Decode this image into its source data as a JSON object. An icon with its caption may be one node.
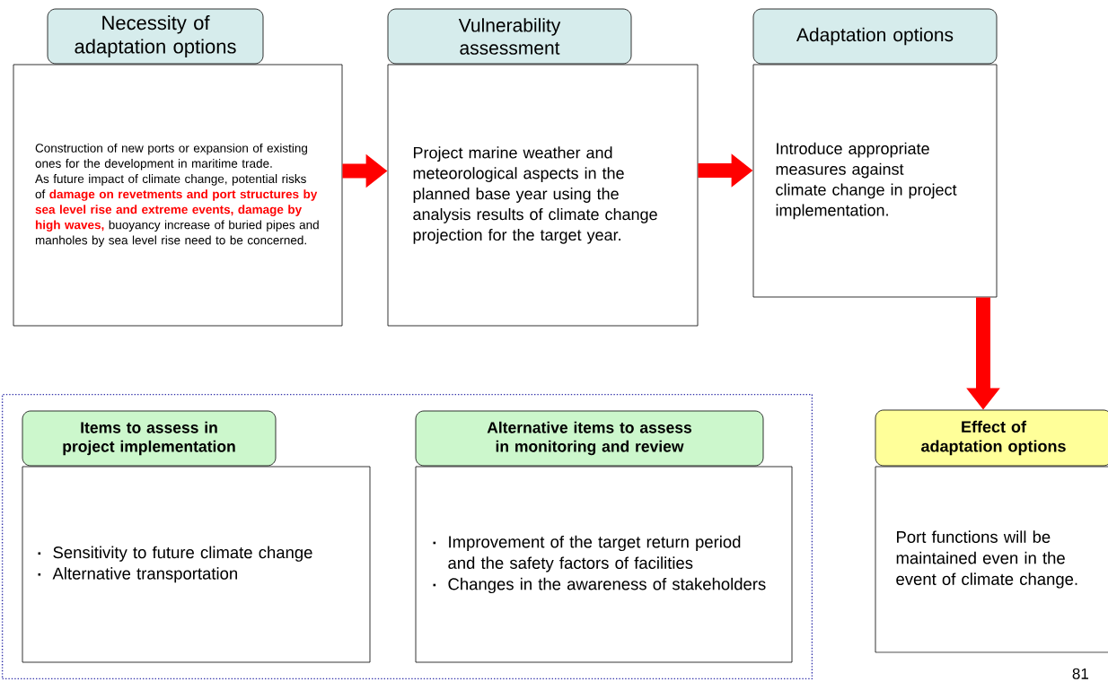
{
  "diagram": {
    "nodes": [
      {
        "text": [
          "Necessity of adaptation options",
          "Construction of new ports or expansion of existing ones for the development in maritime trade.",
          "As future impact of climate change, potential risks of **damage on revetments and port structures by sea level rise and extreme events, damage by high waves,** buoyancy increase of buried pipes and manholes by sea level rise need to be concerned."
        ]
      },
      {
        "text": [
          "Vulnerability assessment",
          "Project marine weather and meteorological aspects in the planned base year using the analysis results of climate change projection for the target year."
        ]
      },
      {
        "text": [
          "Adaptation options",
          "Introduce appropriate measures against climate change in project implementation."
        ]
      },
      {
        "text": [],
        "shape": "box"
      },
      {
        "text": [
          "Items to assess in project implementation",
          "Sensitivity to future climate change",
          "Alternative transportation"
        ],
        "in": 3
      },
      {
        "text": [
          "Alternative items to assess in monitoring and review",
          "Improvement of the target return period and the safety factors of facilities",
          "Changes in the awareness of stakeholders"
        ],
        "in": 3
      },
      {
        "text": [
          "Effect of adaptation options",
          "Port functions will be maintained even in the event of climate change."
        ]
      }
    ],
    "edges": [
      {
        "from": 0,
        "to": 1,
        "arrow": "to"
      },
      {
        "from": 1,
        "to": 2,
        "arrow": "to"
      },
      {
        "from": 2,
        "to": 6,
        "arrow": "to"
      }
    ],
    "labels": [
      "81"
    ]
  }
}
